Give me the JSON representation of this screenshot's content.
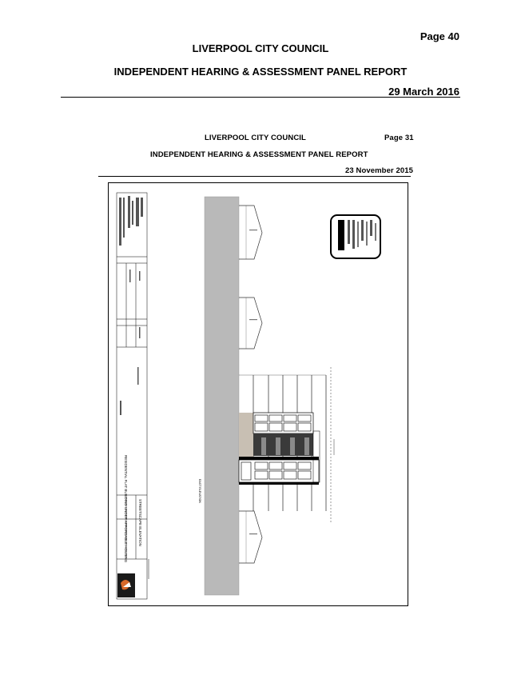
{
  "page_header": {
    "page": "Page 40",
    "council": "LIVERPOOL CITY COUNCIL",
    "panel": "INDEPENDENT HEARING & ASSESSMENT PANEL REPORT",
    "date": "29 March 2016"
  },
  "inner_header": {
    "council": "LIVERPOOL CITY COUNCIL",
    "page": "Page 31",
    "panel": "INDEPENDENT HEARING & ASSESSMENT PANEL REPORT",
    "date": "23 November 2015"
  },
  "drawing": {
    "title_block": {
      "project": "RESIDENTIAL FLAT BUILDING UNDER AFFORDABLE HOUSING",
      "sheet_title": "STREETSCAPE ELEVATION",
      "view_label": "EAST ELEVATION"
    },
    "colors": {
      "adjacent_building": "#b9b9b9",
      "dark_panel": "#3a3a3a",
      "mid_panel": "#8a8a8a",
      "tan_panel": "#c8bfb3"
    },
    "icons": [
      "logo-icon",
      "stamp-icon"
    ]
  }
}
